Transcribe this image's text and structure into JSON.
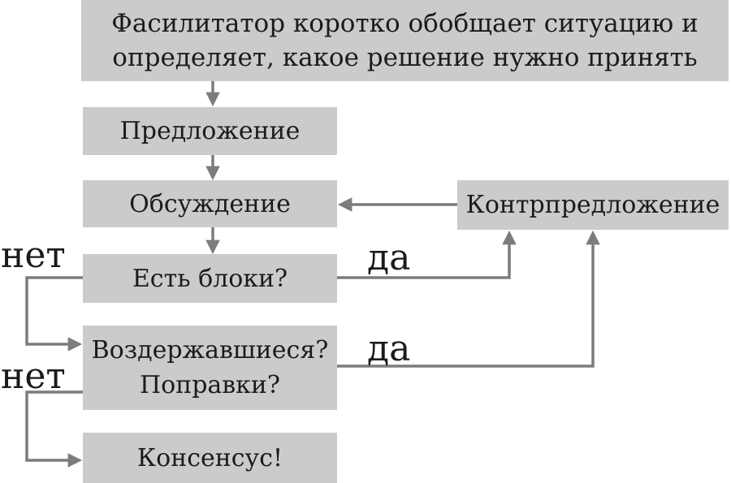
{
  "diagram": {
    "nodes": {
      "facilitator_line1": "Фасилитатор коротко обобщает ситуацию и",
      "facilitator_line2": "определяет, какое решение нужно принять",
      "proposal": "Предложение",
      "discussion": "Обсуждение",
      "blocks_question": "Есть блоки?",
      "abstain_line1": "Воздержавшиеся?",
      "abstain_line2": "Поправки?",
      "consensus": "Консенсус!",
      "counterproposal": "Контрпредложение"
    },
    "edge_labels": {
      "blocks_no": "нет",
      "blocks_yes": "да",
      "abstain_yes": "да",
      "abstain_no": "нет"
    },
    "colors": {
      "box_fill": "#cbcbcb",
      "arrow": "#7c7c7c",
      "text": "#1b1b1b",
      "background": "#ffffff"
    }
  }
}
